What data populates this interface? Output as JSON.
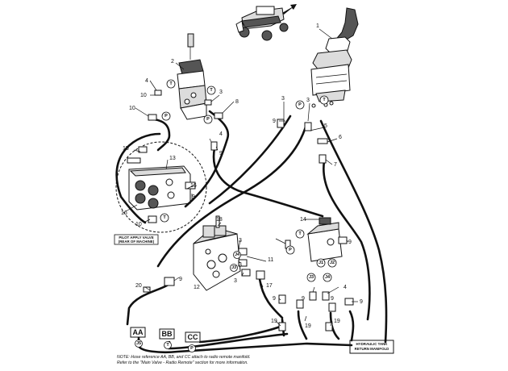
{
  "callouts": [
    "1",
    "2",
    "3",
    "3",
    "3",
    "3",
    "3",
    "3",
    "4",
    "4",
    "4",
    "5",
    "6",
    "7",
    "8",
    "9",
    "9",
    "9",
    "9",
    "9",
    "9",
    "9",
    "9",
    "9",
    "10",
    "10",
    "10",
    "11",
    "12",
    "13",
    "14",
    "15",
    "16",
    "16",
    "17",
    "18",
    "19",
    "19",
    "19",
    "20"
  ],
  "port_letters": {
    "t": "T",
    "p": "P",
    "j1": "J1",
    "j2": "J2",
    "j3": "J3",
    "j4": "J4",
    "j5": "J5"
  },
  "labels": {
    "pilot_valve_line1": "PILOT APPLY VALVE",
    "pilot_valve_line2": "(REAR OF MACHINE)",
    "tank_line1": "HYDRAULIC TANK",
    "tank_line2": "RETURN MANIFOLD"
  },
  "hose_refs": [
    {
      "id": "AA",
      "port": "J5"
    },
    {
      "id": "BB",
      "port": "T"
    },
    {
      "id": "CC",
      "port": "P"
    }
  ],
  "note": {
    "line1": "NOTE:  Hose reference AA, BB, and CC attach to radio remote manifold.",
    "line2": "Refer to the \"Main Valve - Radio Remote\" section for more information."
  }
}
